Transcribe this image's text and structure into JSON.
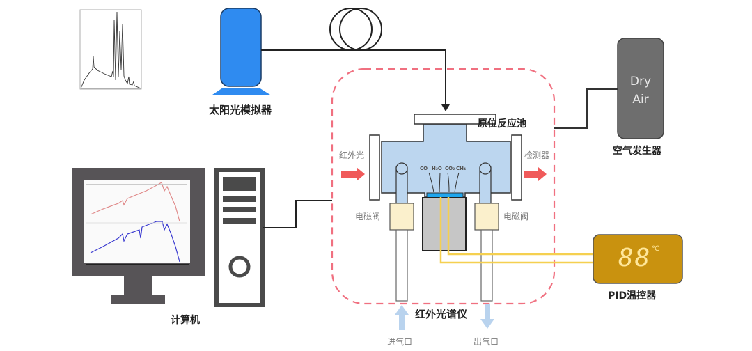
{
  "labels": {
    "solar_simulator": "太阳光模拟器",
    "reaction_cell": "原位反应池",
    "air_generator": "空气发生器",
    "air_box_line1": "Dry",
    "air_box_line2": "Air",
    "ir_light": "红外光",
    "detector": "检测器",
    "valve_left": "电磁阀",
    "valve_right": "电磁阀",
    "computer": "计算机",
    "ir_spectrometer": "红外光谱仪",
    "inlet": "进气口",
    "outlet": "出气口",
    "pid_controller": "PID温控器",
    "pid_display": "88",
    "pid_unit": "℃"
  },
  "gases": [
    "CO",
    "H₂O",
    "CO₂",
    "CH₄"
  ],
  "colors": {
    "solar_blue": "#2f8bf0",
    "chamber_blue": "#bcd6ef",
    "catalyst_blue": "#1ea6ee",
    "dashed_boundary": "#f07080",
    "ir_arrow": "#f05a5a",
    "air_box": "#6e6e6e",
    "pid_box": "#c9920f",
    "pid_digits": "#ffe79a",
    "valve": "#fbf0cc",
    "heater": "#c6c6c6",
    "wire_yellow": "#f5d050",
    "gas_arrow": "#b9d3ee",
    "line_dark": "#333333"
  }
}
